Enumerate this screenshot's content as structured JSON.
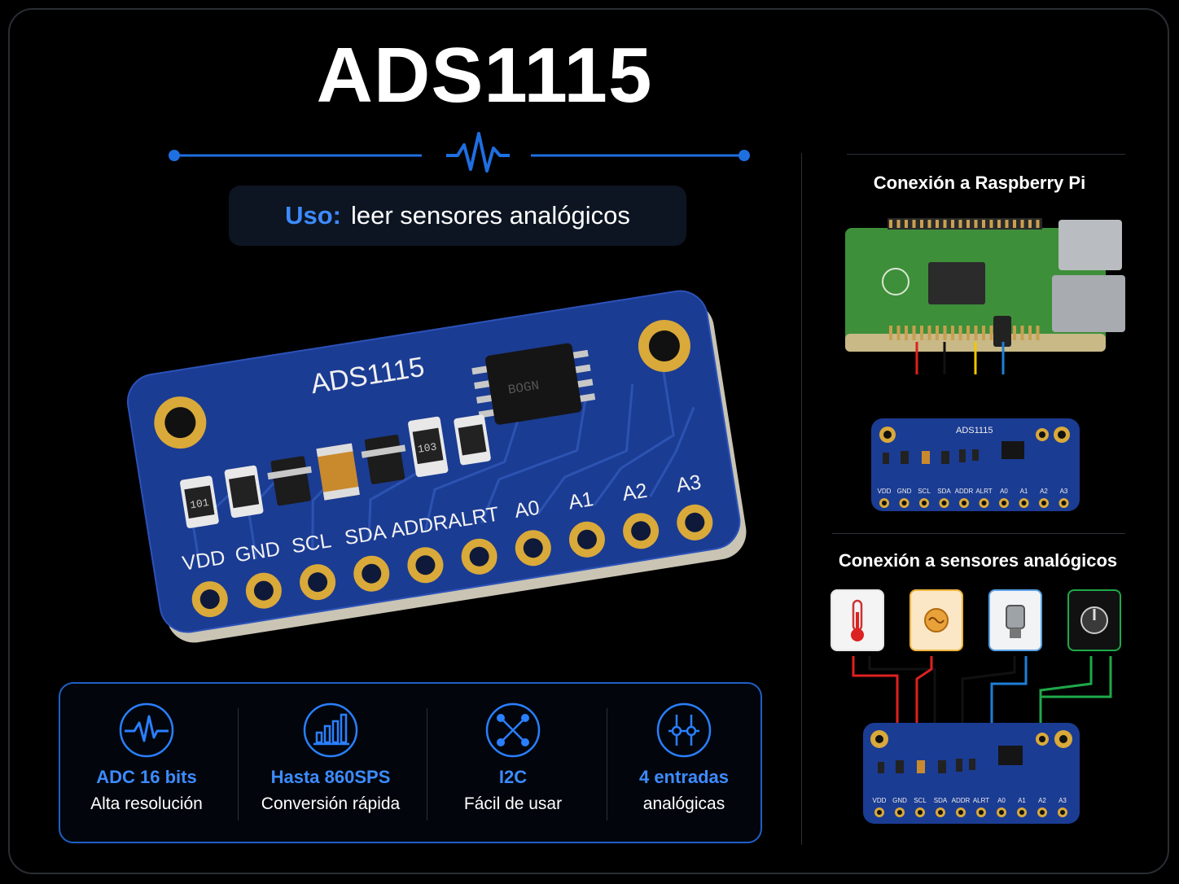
{
  "header": {
    "title": "ADS1115",
    "usage_key": "Uso:",
    "usage_value": "leer sensores analógicos"
  },
  "board": {
    "silkscreen": "ADS1115",
    "resistor_code": "101",
    "resistor_code_2": "103",
    "chip_marking": "BOGN"
  },
  "pins": [
    "VDD",
    "GND",
    "SCL",
    "SDA",
    "ADDR",
    "ALRT",
    "A0",
    "A1",
    "A2",
    "A3"
  ],
  "features": [
    {
      "icon": "waveform-icon",
      "title": "ADC 16 bits",
      "subtitle": "Alta resolución"
    },
    {
      "icon": "bar-chart-icon",
      "title": "Hasta 860SPS",
      "subtitle": "Conversión rápida"
    },
    {
      "icon": "network-icon",
      "title": "I2C",
      "subtitle": "Fácil de usar"
    },
    {
      "icon": "sliders-icon",
      "title": "4 entradas",
      "subtitle": "analógicas"
    }
  ],
  "right": {
    "pi_section_title": "Conexión a Raspberry Pi",
    "sensors_section_title": "Conexión a sensores analógicos",
    "small_board_label": "ADS1115"
  },
  "sensors": [
    {
      "icon": "thermometer-icon",
      "border": "#e6e6e6"
    },
    {
      "icon": "light-sensor-icon",
      "border": "#f0b43c"
    },
    {
      "icon": "pressure-sensor-icon",
      "border": "#5aa0e6"
    },
    {
      "icon": "potentiometer-icon",
      "border": "#1fa84a"
    }
  ],
  "colors": {
    "accent": "#3d8bff",
    "board": "#1a3a8c",
    "gold": "#d9a93a",
    "wire_red": "#e02020",
    "wire_black": "#111111",
    "wire_yellow": "#f2c600",
    "wire_blue": "#1e7fd8",
    "wire_green": "#1fa84a"
  }
}
